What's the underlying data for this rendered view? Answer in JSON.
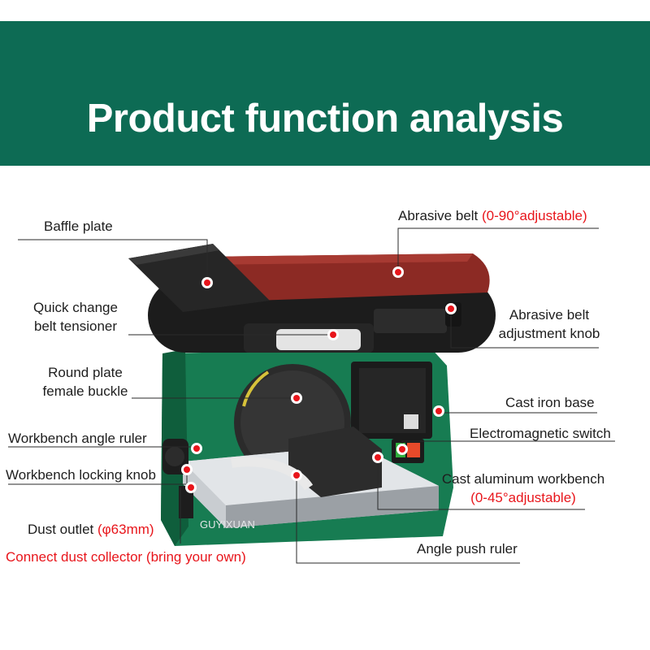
{
  "banner": {
    "title": "Product function analysis",
    "color": "#0d6b54"
  },
  "accent_color": "#e8151b",
  "watermark": "GUYIXUAN",
  "labels": {
    "baffle_plate": "Baffle plate",
    "abrasive_belt": "Abrasive belt",
    "abrasive_belt_note": "(0-90°adjustable)",
    "quick_change_1": "Quick change",
    "quick_change_2": "belt tensioner",
    "belt_knob_1": "Abrasive belt",
    "belt_knob_2": "adjustment knob",
    "round_plate_1": "Round plate",
    "round_plate_2": "female buckle",
    "cast_iron_base": "Cast iron base",
    "workbench_angle_ruler": "Workbench angle ruler",
    "electromagnetic_switch": "Electromagnetic switch",
    "workbench_locking_knob": "Workbench locking knob",
    "cast_aluminum_workbench": "Cast aluminum workbench",
    "cast_aluminum_note": "(0-45°adjustable)",
    "dust_outlet": "Dust outlet",
    "dust_outlet_note": "(φ63mm)",
    "connect_dust": "Connect dust collector (bring your own)",
    "angle_push_ruler": "Angle push ruler"
  }
}
